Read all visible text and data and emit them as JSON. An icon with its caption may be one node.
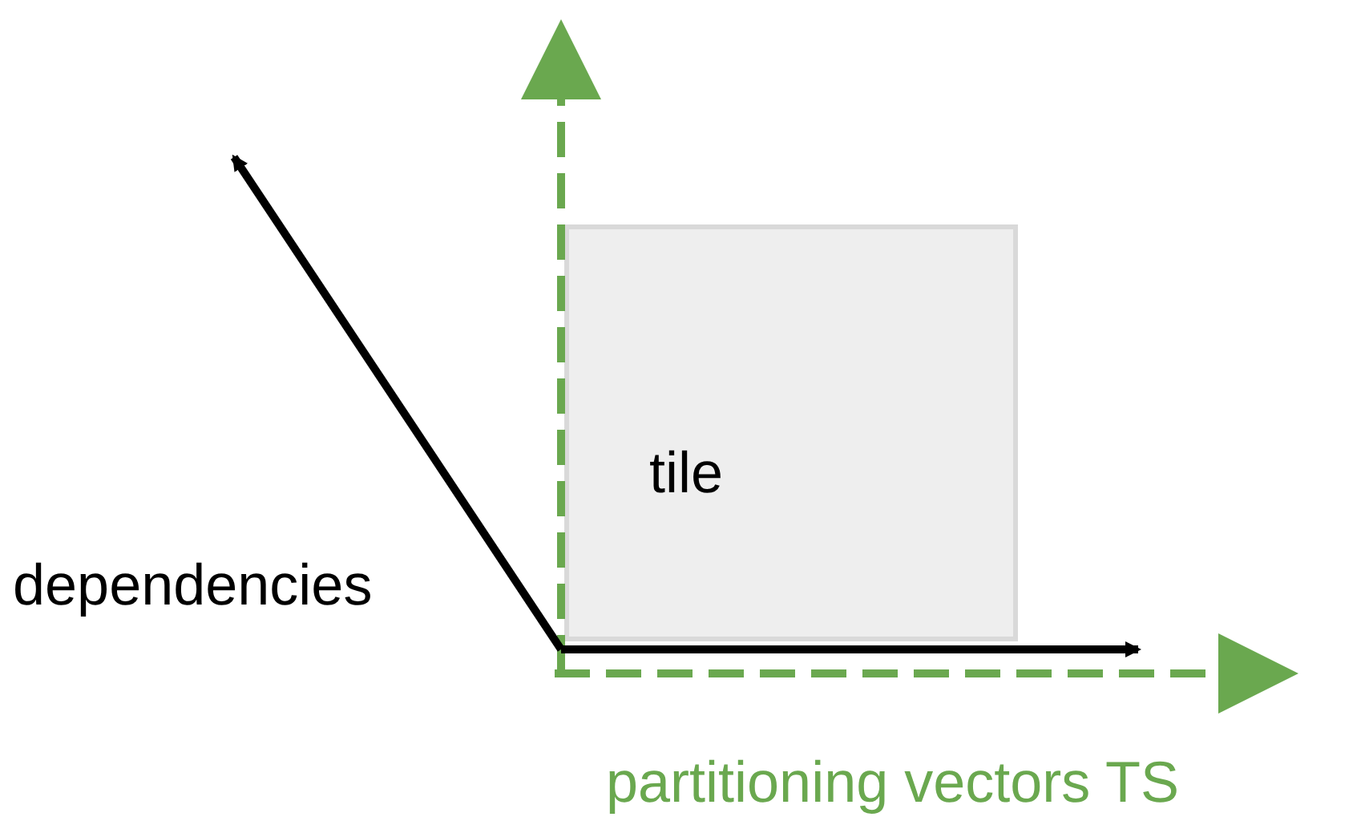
{
  "diagram": {
    "nodes": [
      {
        "text": [
          "tile"
        ]
      }
    ],
    "labels": [
      "dependencies",
      "partitioning vectors TS"
    ]
  }
}
